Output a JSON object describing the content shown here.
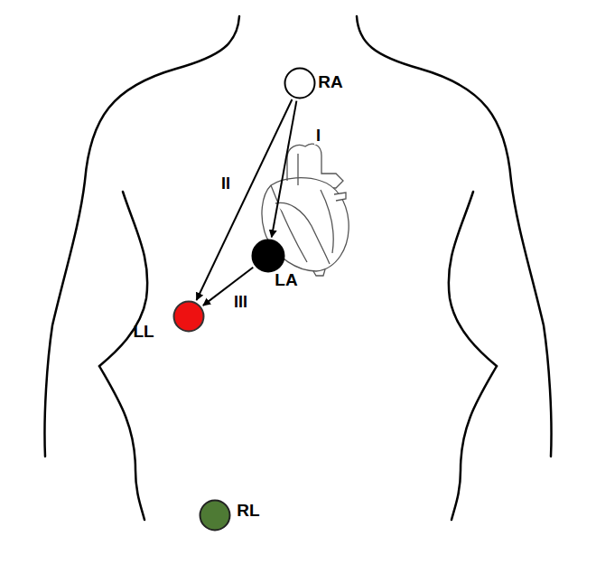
{
  "diagram": {
    "nodes": [
      {
        "text": [
          "RA"
        ]
      },
      {
        "text": [
          "LA"
        ]
      },
      {
        "text": [
          "LL"
        ]
      },
      {
        "text": [
          "RL"
        ]
      }
    ],
    "edges": [
      {
        "from": 0,
        "to": 1,
        "arrow": "to",
        "label": "I"
      },
      {
        "from": 0,
        "to": 2,
        "arrow": "to",
        "label": "II"
      },
      {
        "from": 1,
        "to": 2,
        "arrow": "to",
        "label": "III"
      }
    ]
  }
}
